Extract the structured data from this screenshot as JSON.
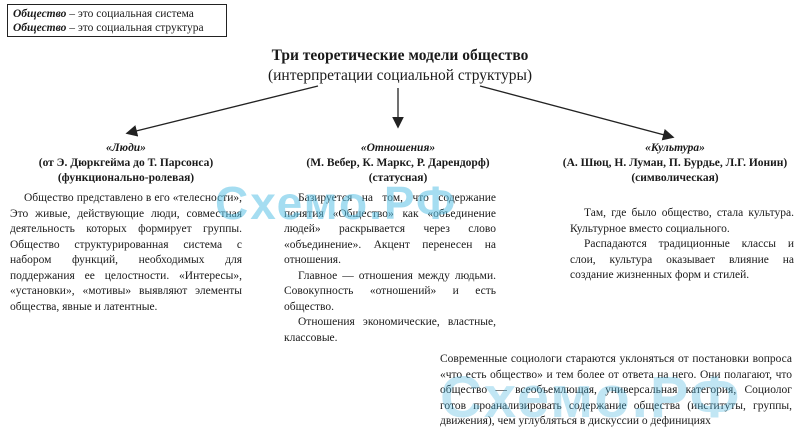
{
  "definition_box": {
    "line1_term": "Общество",
    "line1_rest": " – это социальная система",
    "line2_term": "Общество",
    "line2_rest": " – это социальная структура"
  },
  "heading": {
    "title": "Три теоретические модели общество",
    "subtitle": "(интерпретации социальной структуры)"
  },
  "models": [
    {
      "name": "«Люди»",
      "authors": "(от Э. Дюркгейма до Т. Парсонса)",
      "type": "(функционально-ролевая)",
      "paragraphs": [
        "Общество представлено в его «телесности», Это живые, действующие люди, совместная деятельность которых формирует группы. Общество структурированная система с набором функций, необходимых для поддержания ее целостности. «Интересы», «установки», «мотивы» выявляют элементы общества, явные и латентные."
      ]
    },
    {
      "name": "«Отношения»",
      "authors": "(М. Вебер, К. Маркс, Р. Дарендорф)",
      "type": "(статусная)",
      "paragraphs": [
        "Базируется на том, что содержание понятия «Общество» как «объединение людей» раскрывается через слово «объединение». Акцент перенесен на отношения.",
        "Главное — отношения между людьми. Совокупность «отношений» и есть общество.",
        "Отношения экономические, властные, классовые."
      ]
    },
    {
      "name": "«Культура»",
      "authors": "(А. Шюц, Н. Луман, П. Бурдье, Л.Г. Ионин)",
      "type": "(символическая)",
      "paragraphs": [
        "Там, где было общество, стала культура. Культурное вместо социального.",
        "Распадаются традиционные классы и слои, культура оказывает влияние на создание жизненных форм и стилей."
      ]
    }
  ],
  "footer_note": "Современные социологи стараются уклоняться от постановки вопроса «что есть общество» и тем более от ответа на него. Они полагают, что общество — всеобъемлющая, универсальная категория, Социолог готов проанализировать содержание общества (институты, группы, движения), чем углубляться в дискуссии о дефинициях",
  "watermark": {
    "text": "Схемо.РФ",
    "color": "#4fb8e0"
  }
}
